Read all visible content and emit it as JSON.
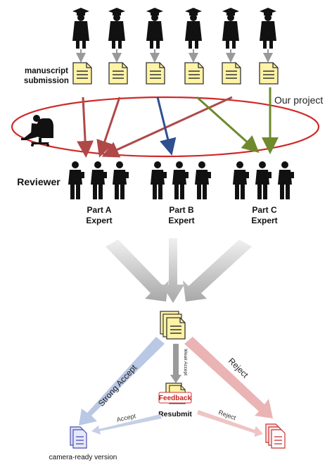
{
  "labels": {
    "manuscript_submission": [
      "manuscript",
      "submission"
    ],
    "our_project": "Our project",
    "reviewer": "Reviewer",
    "part_a": [
      "Part A",
      "Expert"
    ],
    "part_b": [
      "Part B",
      "Expert"
    ],
    "part_c": [
      "Part C",
      "Expert"
    ],
    "strong_accept": "Strong Accept",
    "weak_accept": "Weak Accept",
    "reject_main": "Reject",
    "feedback": "Feedback",
    "resubmit": "Resubmit",
    "accept": "Accept",
    "reject_resubmit": "Reject",
    "camera_ready": "camera-ready version"
  },
  "icons": {
    "author": "graduate-icon",
    "manuscript": "document-icon",
    "editor": "editor-chair-icon",
    "reviewer": "reviewer-person-icon",
    "document_stack": "document-stack-icon",
    "accepted_doc": "accepted-document-icon",
    "rejected_doc": "rejected-document-icon"
  },
  "colors": {
    "ellipse": "#d02828",
    "arrow_red": "#b04848",
    "arrow_blue": "#2f4f8f",
    "arrow_green": "#6e8a2c",
    "doc_fill": "#fff3a6",
    "accept_blue": "#9fb3d9",
    "reject_red": "#e8a0a0"
  }
}
